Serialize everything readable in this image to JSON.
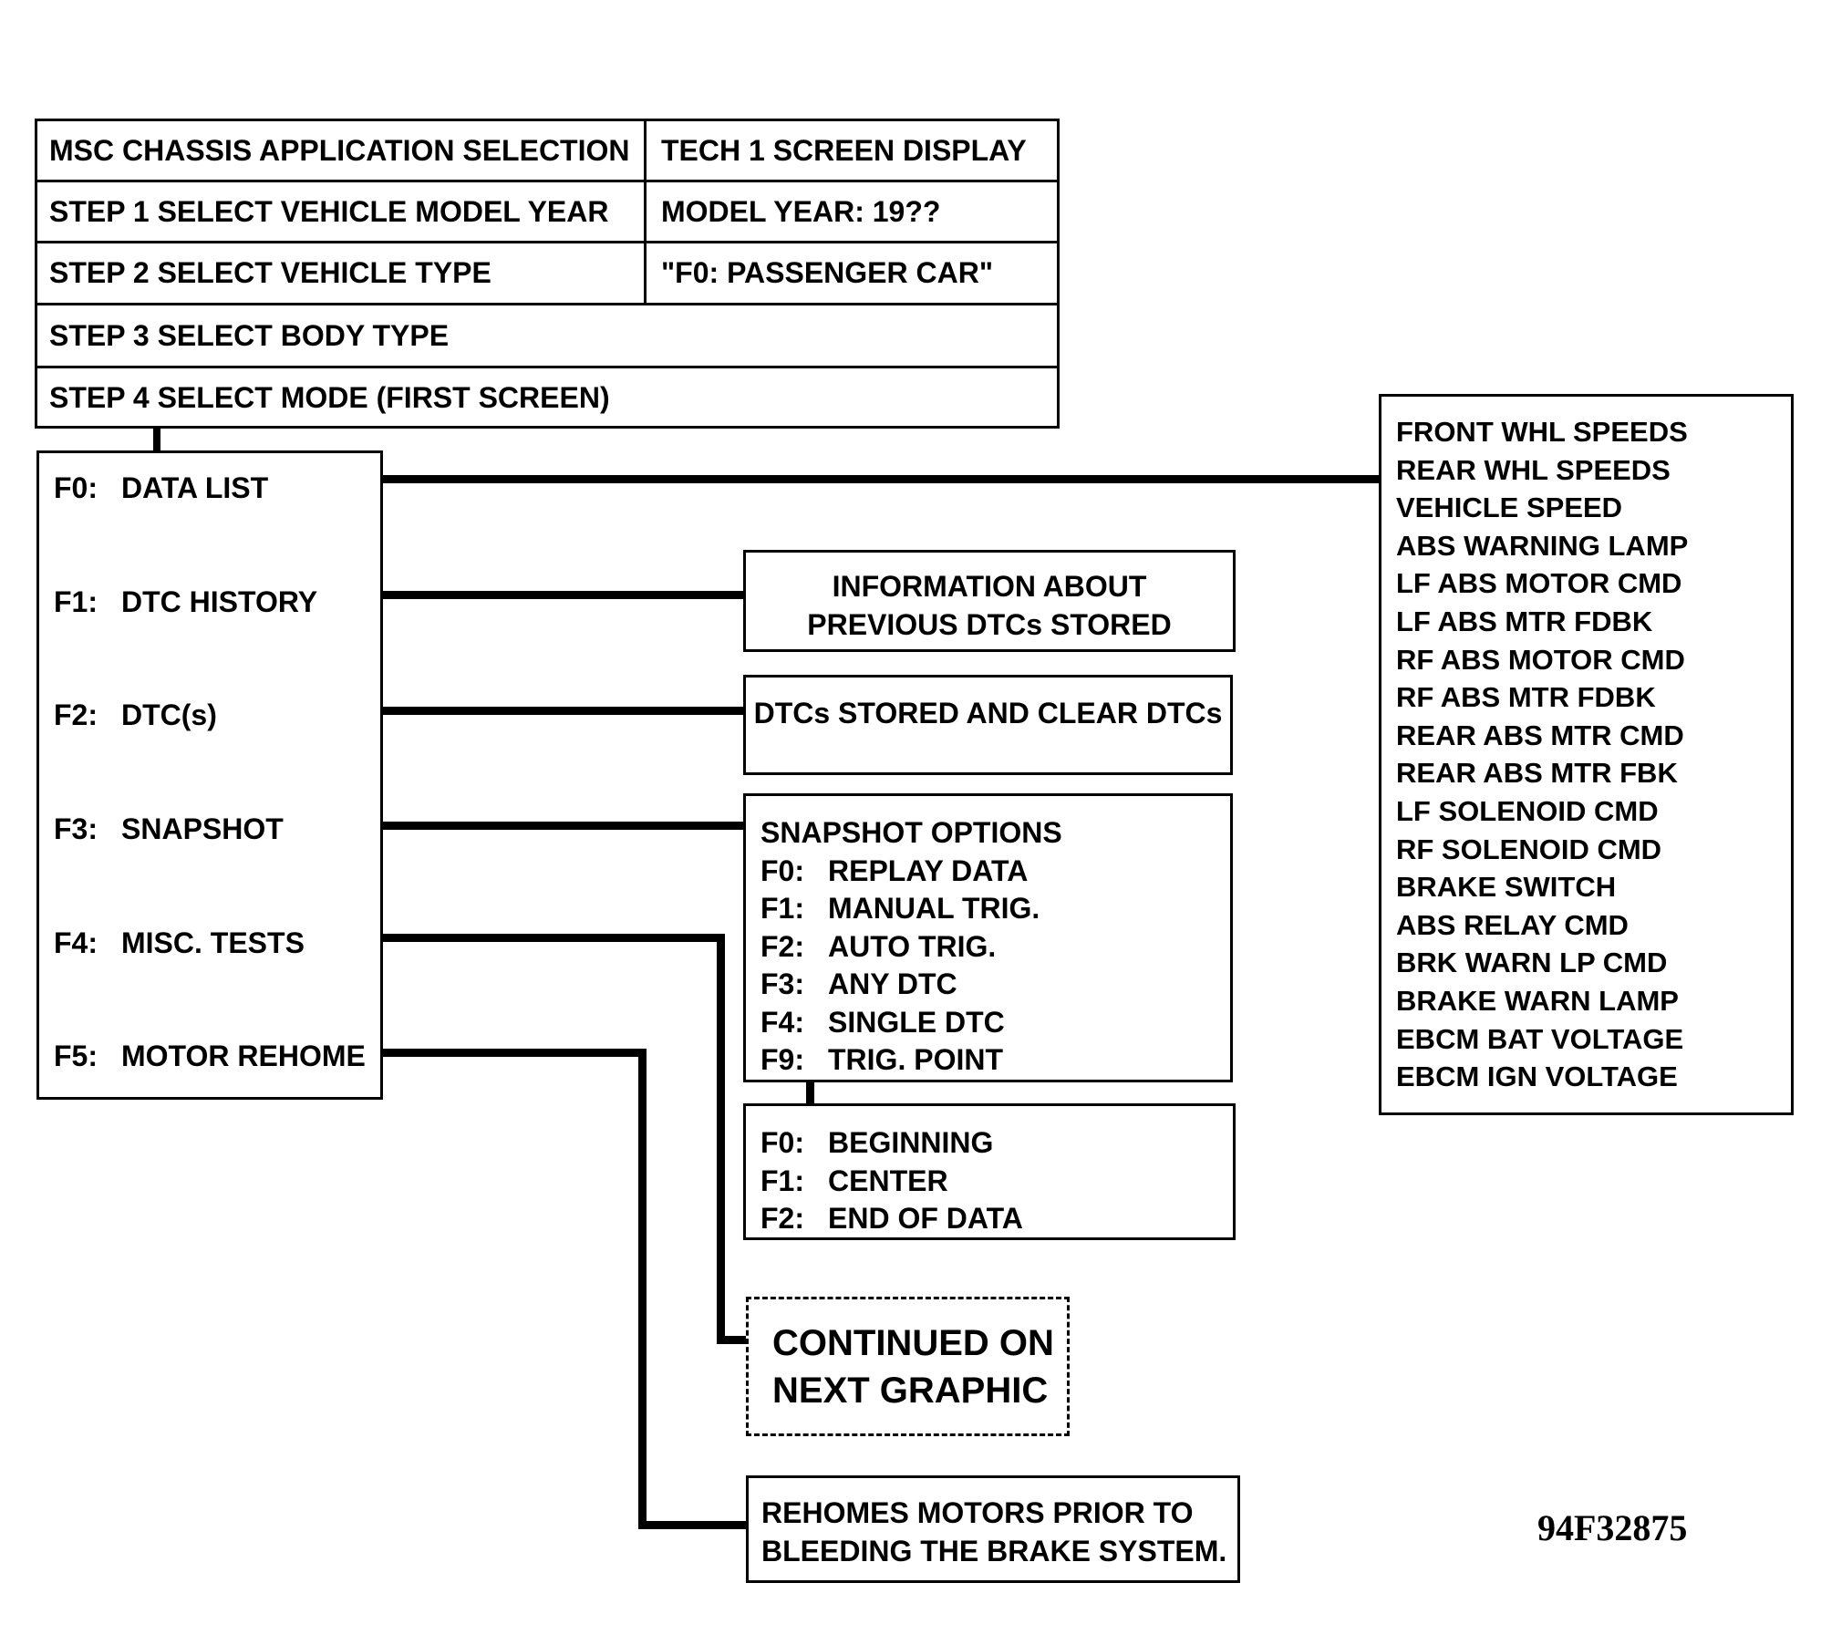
{
  "header_table": {
    "title": "MSC CHASSIS APPLICATION SELECTION",
    "display_header": "TECH 1 SCREEN DISPLAY",
    "step1": "STEP 1  SELECT VEHICLE MODEL YEAR",
    "step1_display": "MODEL YEAR: 19??",
    "step2": "STEP 2  SELECT VEHICLE TYPE",
    "step2_display": "\"F0: PASSENGER CAR\"",
    "step3": "STEP 3  SELECT BODY TYPE",
    "step4": "STEP 4  SELECT MODE (FIRST SCREEN)"
  },
  "mode_menu": [
    {
      "key": "F0:",
      "label": "DATA LIST"
    },
    {
      "key": "F1:",
      "label": "DTC HISTORY"
    },
    {
      "key": "F2:",
      "label": "DTC(s)"
    },
    {
      "key": "F3:",
      "label": "SNAPSHOT"
    },
    {
      "key": "F4:",
      "label": "MISC. TESTS"
    },
    {
      "key": "F5:",
      "label": "MOTOR REHOME"
    }
  ],
  "data_list": [
    "FRONT WHL SPEEDS",
    "REAR WHL SPEEDS",
    "VEHICLE SPEED",
    "ABS WARNING LAMP",
    "LF ABS MOTOR CMD",
    "LF ABS MTR FDBK",
    "RF ABS MOTOR CMD",
    "RF ABS MTR FDBK",
    "REAR ABS MTR CMD",
    "REAR ABS MTR FBK",
    "LF SOLENOID CMD",
    "RF SOLENOID CMD",
    "BRAKE SWITCH",
    "ABS RELAY CMD",
    "BRK WARN LP CMD",
    "BRAKE WARN LAMP",
    "EBCM BAT  VOLTAGE",
    "EBCM IGN VOLTAGE"
  ],
  "dtc_history_info": {
    "line1": "INFORMATION ABOUT",
    "line2": "PREVIOUS DTCs STORED"
  },
  "dtc_info": "DTCs STORED AND CLEAR DTCs",
  "snapshot": {
    "title": "SNAPSHOT OPTIONS",
    "options": [
      {
        "key": "F0:",
        "label": "REPLAY DATA"
      },
      {
        "key": "F1:",
        "label": "MANUAL TRIG."
      },
      {
        "key": "F2:",
        "label": "AUTO TRIG."
      },
      {
        "key": "F3:",
        "label": "ANY DTC"
      },
      {
        "key": "F4:",
        "label": "SINGLE DTC"
      },
      {
        "key": "F9:",
        "label": "TRIG. POINT"
      }
    ]
  },
  "trig_point": [
    {
      "key": "F0:",
      "label": "BEGINNING"
    },
    {
      "key": "F1:",
      "label": "CENTER"
    },
    {
      "key": "F2:",
      "label": "END OF DATA"
    }
  ],
  "continued": {
    "line1": "CONTINUED ON",
    "line2": "NEXT GRAPHIC"
  },
  "rehome_info": {
    "line1": "REHOMES MOTORS PRIOR TO",
    "line2": "BLEEDING THE BRAKE SYSTEM."
  },
  "figure_id": "94F32875"
}
